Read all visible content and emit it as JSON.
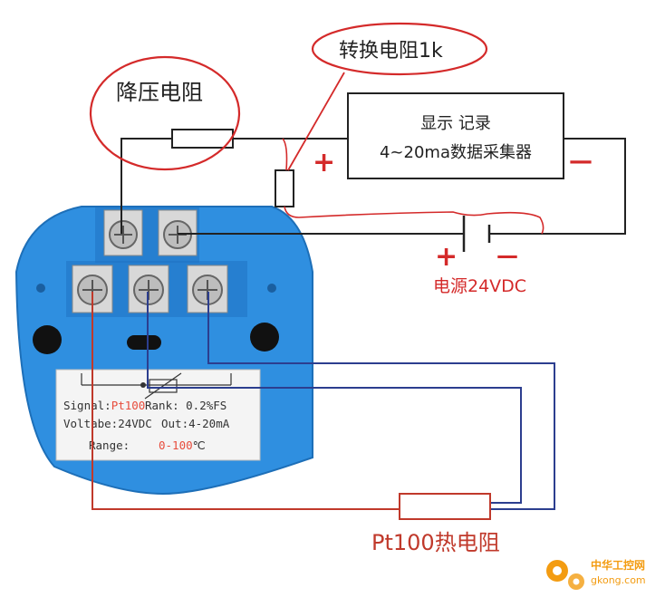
{
  "labels": {
    "step_down_resistor": "降压电阻",
    "convert_resistor": "转换电阻1k",
    "logger_line1": "显示  记录",
    "logger_line2": "4~20ma数据采集器",
    "logger_plus": "+",
    "logger_minus": "—",
    "power_plus": "+",
    "power_minus": "—",
    "power_supply": "电源24VDC",
    "pt100_sensor": "Pt100热电阻"
  },
  "nameplate": {
    "signal_label": "Signal:",
    "signal_value": "Pt100",
    "rank": "Rank: 0.2%FS",
    "voltage": "Voltabe:24VDC",
    "output": "Out:4-20mA",
    "range_label": "Range:",
    "range_value": "0-100",
    "range_unit": "℃"
  },
  "watermark": {
    "brand": "中华工控网",
    "url": "gkong.com"
  },
  "colors": {
    "annotation_red": "#d42a2a",
    "wire_black": "#222222",
    "wire_red": "#c0392b",
    "wire_blue": "#2c3e8f",
    "transmitter_blue": "#2f8fe0",
    "watermark_orange": "#f39c12"
  }
}
